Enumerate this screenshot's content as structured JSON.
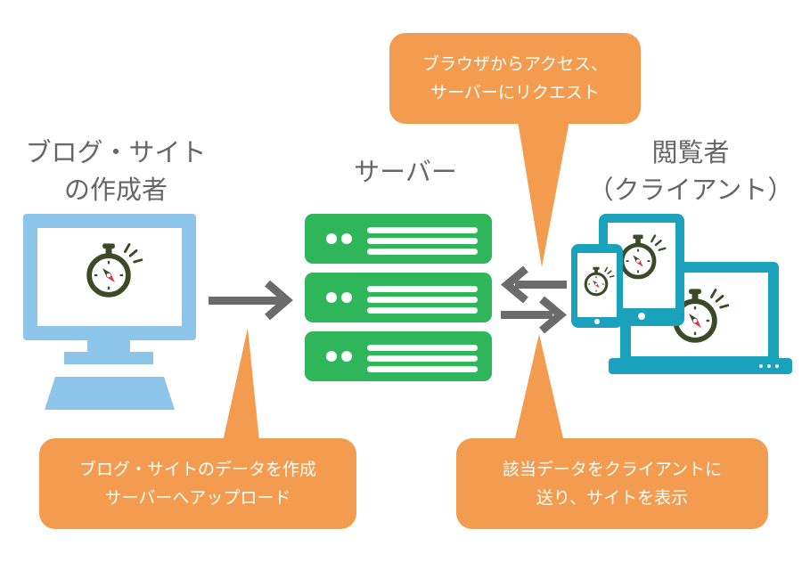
{
  "creator": {
    "title_line1": "ブログ・サイト",
    "title_line2": "の作成者"
  },
  "server": {
    "title": "サーバー"
  },
  "viewer": {
    "title_line1": "閲覧者",
    "title_line2": "（クライアント）"
  },
  "notes": {
    "upload_line1": "ブログ・サイトのデータを作成",
    "upload_line2": "サーバーへアップロード",
    "request_line1": "ブラウザからアクセス、",
    "request_line2": "サーバーにリクエスト",
    "response_line1": "該当データをクライアントに",
    "response_line2": "送り、サイトを表示"
  },
  "colors": {
    "monitor": "#8cc4ea",
    "server": "#2fb65a",
    "device": "#1aa2bd",
    "bubble": "#f39c50",
    "arrow": "#6b6b6b",
    "compass": "#3c4a28",
    "needle": "#dd3a3f"
  },
  "icons": {
    "creator_device": "desktop-monitor-icon",
    "server": "server-rack-icon",
    "viewer_devices": "smartphone-tablet-laptop-icon",
    "browser": "compass-icon"
  }
}
